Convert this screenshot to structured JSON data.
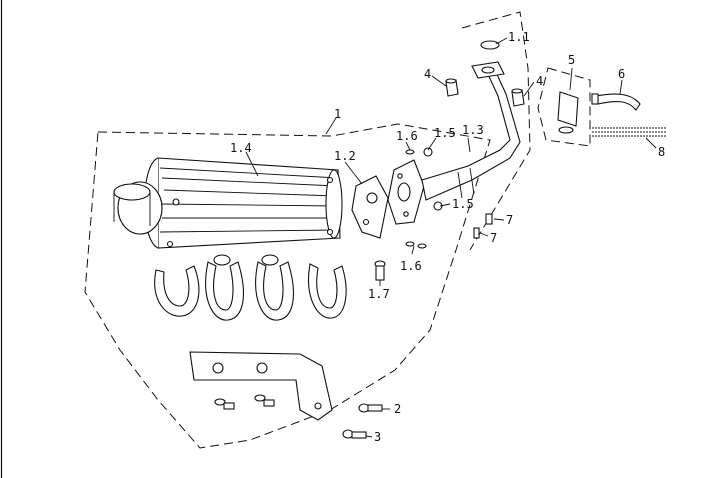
{
  "diagram": {
    "callouts": [
      {
        "id": "c1",
        "text": "1"
      },
      {
        "id": "c1_1",
        "text": "1.1"
      },
      {
        "id": "c1_2",
        "text": "1.2"
      },
      {
        "id": "c1_3",
        "text": "1.3"
      },
      {
        "id": "c1_4",
        "text": "1.4"
      },
      {
        "id": "c1_5a",
        "text": "1.5"
      },
      {
        "id": "c1_5b",
        "text": "1.5"
      },
      {
        "id": "c1_6a",
        "text": "1.6"
      },
      {
        "id": "c1_6b",
        "text": "1.6"
      },
      {
        "id": "c1_7",
        "text": "1.7"
      },
      {
        "id": "c2",
        "text": "2"
      },
      {
        "id": "c3",
        "text": "3"
      },
      {
        "id": "c4a",
        "text": "4"
      },
      {
        "id": "c4b",
        "text": "4"
      },
      {
        "id": "c5",
        "text": "5"
      },
      {
        "id": "c6",
        "text": "6"
      },
      {
        "id": "c7a",
        "text": "7"
      },
      {
        "id": "c7b",
        "text": "7"
      },
      {
        "id": "c8",
        "text": "8"
      }
    ]
  }
}
